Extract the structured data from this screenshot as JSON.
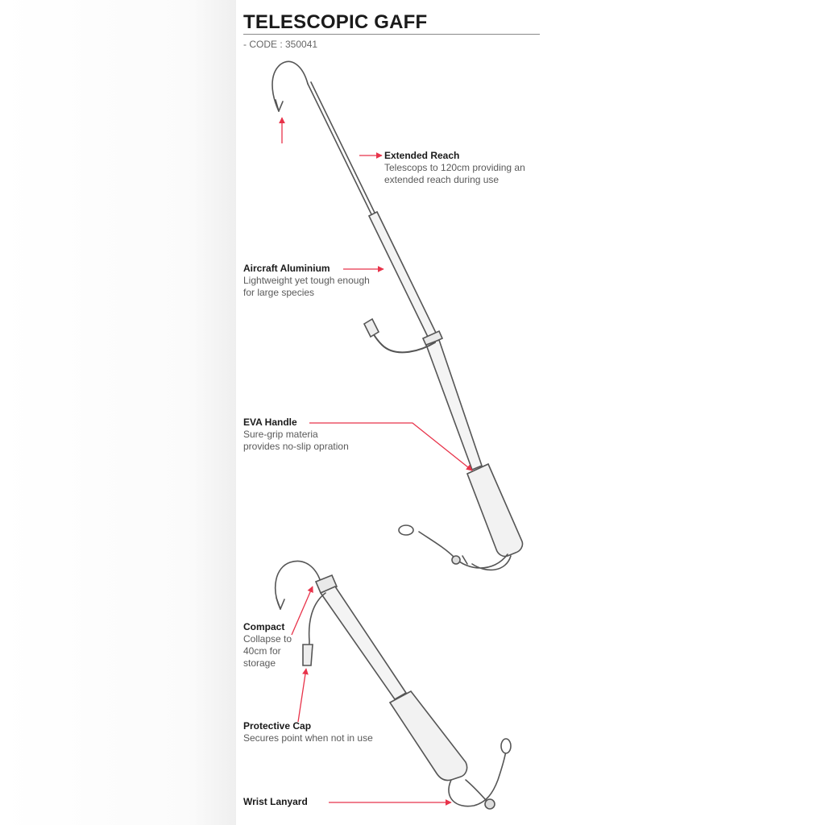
{
  "product": {
    "title": "TELESCOPIC GAFF",
    "code": "- CODE : 350041"
  },
  "colors": {
    "accent": "#e8334a",
    "outline": "#555555",
    "fill": "#f4f4f4"
  },
  "features": [
    {
      "heading": "Extended Reach",
      "description": "Telescops to 120cm providing an\nextended reach during use"
    },
    {
      "heading": "Aircraft Aluminium",
      "description": "Lightweight yet tough enough\nfor large species"
    },
    {
      "heading": "EVA Handle",
      "description": "Sure-grip materia\nprovides no-slip opration"
    },
    {
      "heading": "Compact",
      "description": "Collapse to\n40cm for\nstorage"
    },
    {
      "heading": "Protective Cap",
      "description": "Secures point when not in use"
    },
    {
      "heading": "Wrist Lanyard",
      "description": ""
    }
  ]
}
